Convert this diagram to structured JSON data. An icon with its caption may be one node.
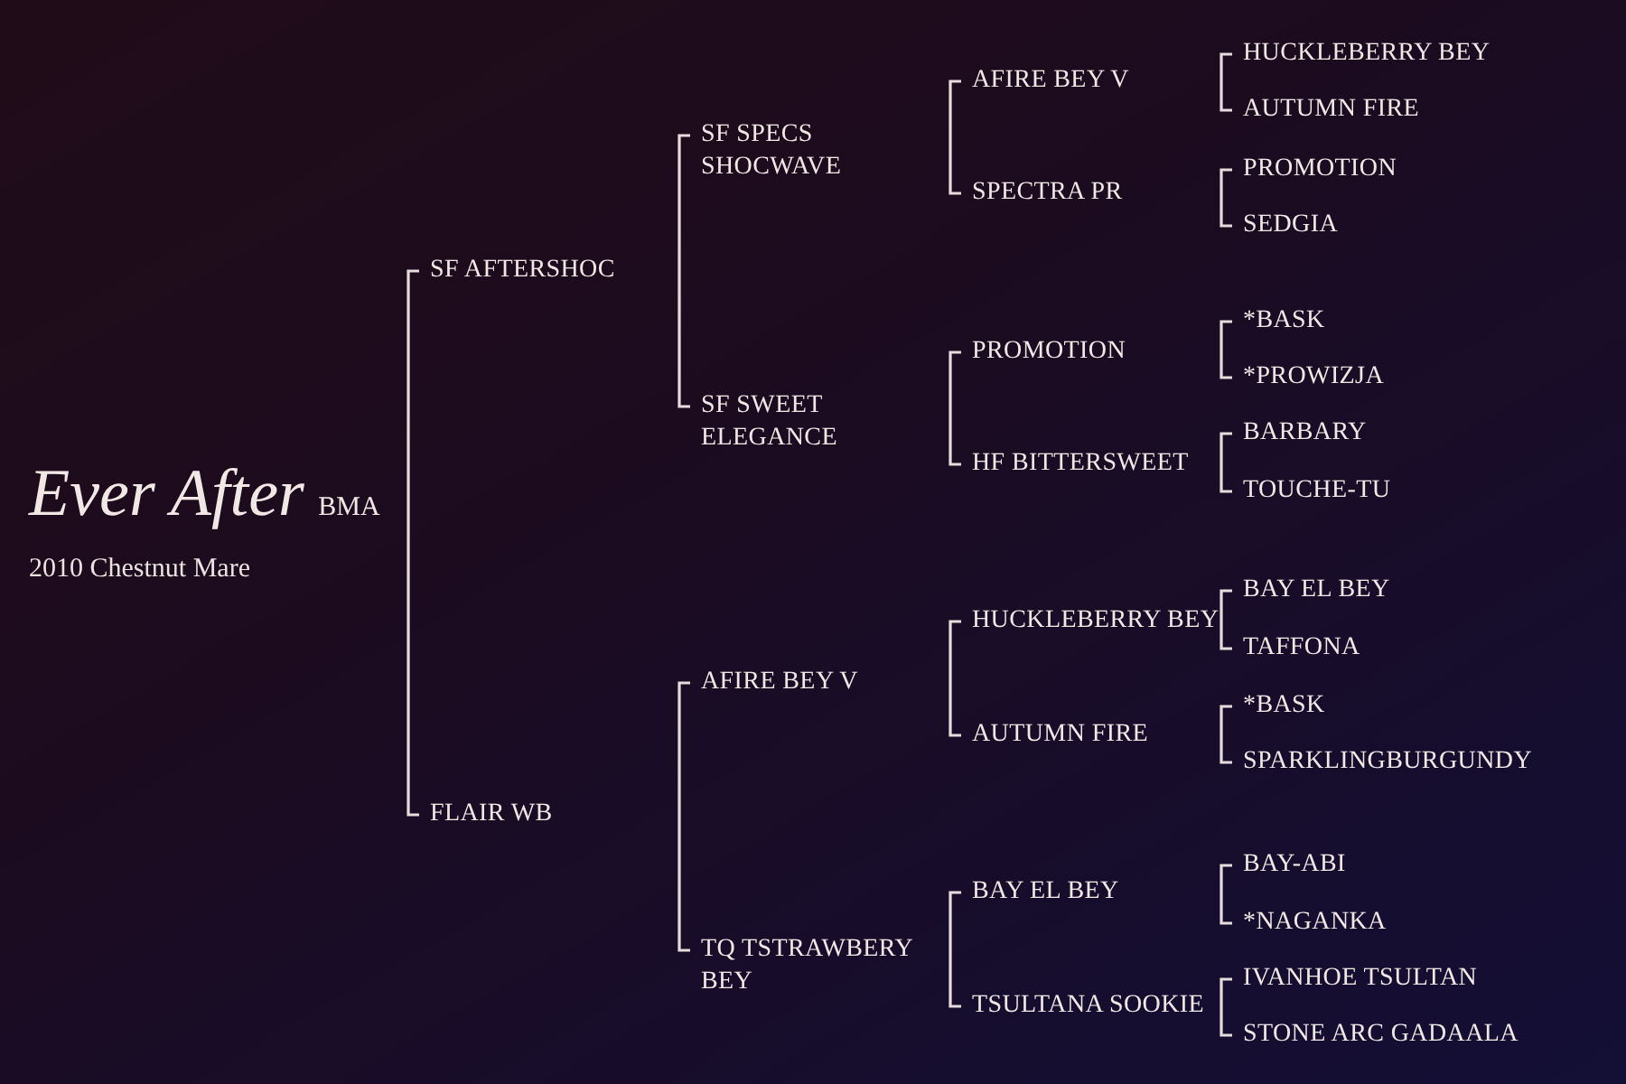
{
  "diagram": {
    "nodes": [
      {
        "text": [
          "*Ever After* BMA",
          "2010 Chestnut Mare"
        ]
      },
      {
        "text": [
          "SF AFTERSHOC"
        ]
      },
      {
        "text": [
          "FLAIR WB"
        ]
      },
      {
        "text": [
          "SF SPECS SHOCWAVE"
        ]
      },
      {
        "text": [
          "SF SWEET ELEGANCE"
        ]
      },
      {
        "text": [
          "AFIRE BEY V"
        ]
      },
      {
        "text": [
          "TQ TSTRAWBERY BEY"
        ]
      },
      {
        "text": [
          "AFIRE BEY V"
        ]
      },
      {
        "text": [
          "SPECTRA PR"
        ]
      },
      {
        "text": [
          "PROMOTION"
        ]
      },
      {
        "text": [
          "HF BITTERSWEET"
        ]
      },
      {
        "text": [
          "HUCKLEBERRY BEY"
        ]
      },
      {
        "text": [
          "AUTUMN FIRE"
        ]
      },
      {
        "text": [
          "BAY EL BEY"
        ]
      },
      {
        "text": [
          "TSULTANA SOOKIE"
        ]
      },
      {
        "text": [
          "HUCKLEBERRY BEY"
        ]
      },
      {
        "text": [
          "AUTUMN FIRE"
        ]
      },
      {
        "text": [
          "PROMOTION"
        ]
      },
      {
        "text": [
          "SEDGIA"
        ]
      },
      {
        "text": [
          "*BASK"
        ]
      },
      {
        "text": [
          "*PROWIZJA"
        ]
      },
      {
        "text": [
          "BARBARY"
        ]
      },
      {
        "text": [
          "TOUCHE-TU"
        ]
      },
      {
        "text": [
          "BAY EL BEY"
        ]
      },
      {
        "text": [
          "TAFFONA"
        ]
      },
      {
        "text": [
          "*BASK"
        ]
      },
      {
        "text": [
          "SPARKLINGBURGUNDY"
        ]
      },
      {
        "text": [
          "BAY-ABI"
        ]
      },
      {
        "text": [
          "*NAGANKA"
        ]
      },
      {
        "text": [
          "IVANHOE TSULTAN"
        ]
      },
      {
        "text": [
          "STONE ARC GADAALA"
        ]
      }
    ],
    "edges": [
      {
        "from": 1,
        "to": 2,
        "arrow": "none"
      },
      {
        "from": 3,
        "to": 4,
        "arrow": "none"
      },
      {
        "from": 5,
        "to": 6,
        "arrow": "none"
      },
      {
        "from": 7,
        "to": 8,
        "arrow": "none"
      },
      {
        "from": 9,
        "to": 10,
        "arrow": "none"
      },
      {
        "from": 11,
        "to": 12,
        "arrow": "none"
      },
      {
        "from": 13,
        "to": 14,
        "arrow": "none"
      },
      {
        "from": 15,
        "to": 16,
        "arrow": "none"
      },
      {
        "from": 17,
        "to": 18,
        "arrow": "none"
      },
      {
        "from": 19,
        "to": 20,
        "arrow": "none"
      },
      {
        "from": 21,
        "to": 22,
        "arrow": "none"
      },
      {
        "from": 23,
        "to": 24,
        "arrow": "none"
      },
      {
        "from": 25,
        "to": 26,
        "arrow": "none"
      },
      {
        "from": 27,
        "to": 28,
        "arrow": "none"
      },
      {
        "from": 29,
        "to": 30,
        "arrow": "none"
      }
    ]
  }
}
